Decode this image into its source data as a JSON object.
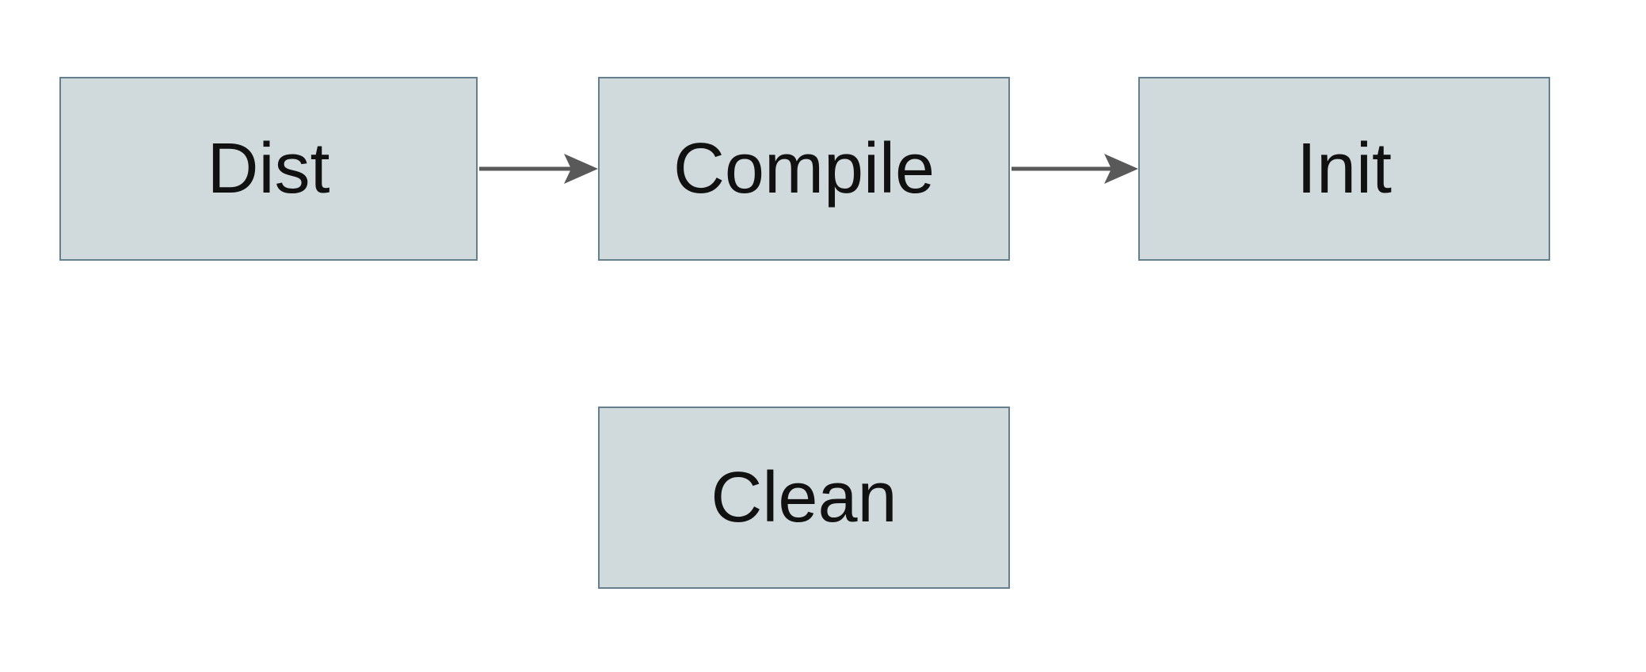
{
  "diagram": {
    "nodes": [
      {
        "id": "dist",
        "label": "Dist"
      },
      {
        "id": "compile",
        "label": "Compile"
      },
      {
        "id": "init",
        "label": "Init"
      },
      {
        "id": "clean",
        "label": "Clean"
      }
    ],
    "edges": [
      {
        "from": "Dist",
        "to": "Compile"
      },
      {
        "from": "Compile",
        "to": "Init"
      }
    ]
  },
  "colors": {
    "node_fill": "#D0D9DC",
    "node_border": "#64808E",
    "node_text": "#111111",
    "arrow": "#595959",
    "background": "#FFFFFF"
  }
}
